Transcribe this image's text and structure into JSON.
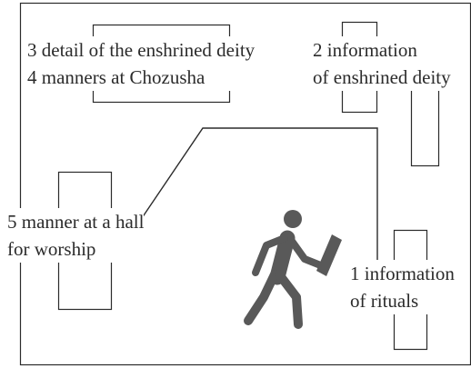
{
  "labels": {
    "top_left": {
      "line1": "3 detail of the enshrined deity",
      "line2": "4 manners at Chozusha"
    },
    "top_right": {
      "line1": "2 information",
      "line2": "of enshrined deity"
    },
    "left": {
      "line1": "5 manner at a hall",
      "line2": "for worship"
    },
    "bottom_right": {
      "line1": "1 information",
      "line2": "of rituals"
    }
  },
  "icons": {
    "walker": "person-walking-with-sign-icon"
  },
  "colors": {
    "line": "#2b2b2b",
    "figure": "#595959",
    "text": "#2b2b2b",
    "background": "#ffffff"
  }
}
